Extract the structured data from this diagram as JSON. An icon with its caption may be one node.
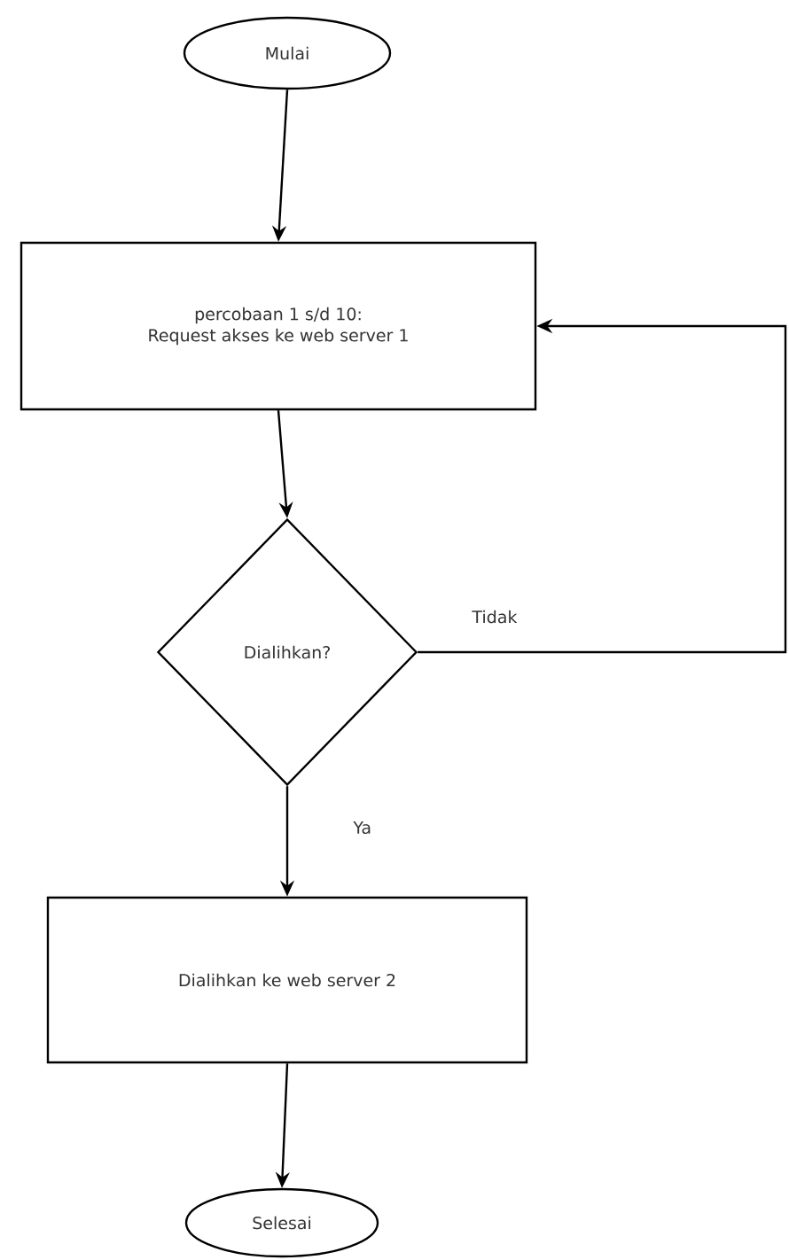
{
  "diagram": {
    "nodes": [
      {
        "text": [
          "Mulai"
        ]
      },
      {
        "text": [
          "percobaan 1 s/d 10:",
          "Request akses ke web server 1"
        ]
      },
      {
        "text": [
          "Dialihkan?"
        ]
      },
      {
        "text": [
          "Dialihkan ke web server 2"
        ]
      },
      {
        "text": [
          "Selesai"
        ]
      }
    ],
    "edges": [
      {
        "from": 0,
        "to": 1,
        "arrow": "to"
      },
      {
        "from": 1,
        "to": 2,
        "arrow": "to"
      },
      {
        "from": 2,
        "to": 1,
        "arrow": "to",
        "label": "Tidak"
      },
      {
        "from": 2,
        "to": 3,
        "arrow": "to",
        "label": "Ya"
      },
      {
        "from": 3,
        "to": 4,
        "arrow": "to"
      }
    ]
  }
}
